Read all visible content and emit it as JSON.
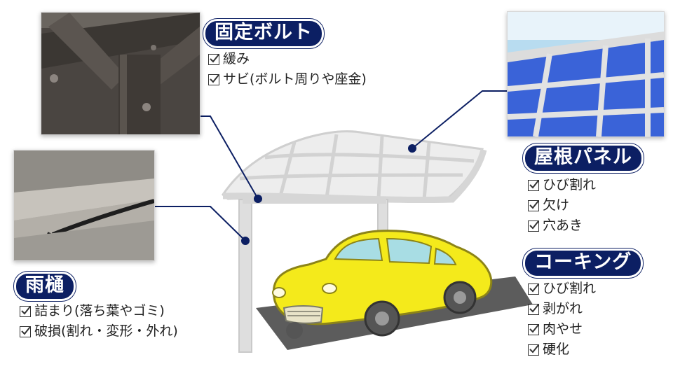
{
  "callouts": {
    "bolt": {
      "title": "固定ボルト",
      "items": [
        "緩み",
        "サビ(ボルト周りや座金)"
      ]
    },
    "panel": {
      "title": "屋根パネル",
      "items": [
        "ひび割れ",
        "欠け",
        "穴あき"
      ]
    },
    "caulking": {
      "title": "コーキング",
      "items": [
        "ひび割れ",
        "剥がれ",
        "肉やせ",
        "硬化"
      ]
    },
    "gutter": {
      "title": "雨樋",
      "items": [
        "詰まり(落ち葉やゴミ)",
        "破損(割れ・変形・外れ)"
      ]
    }
  },
  "icons": {
    "checkbox": "checked-box-icon",
    "car": "yellow-car-illustration",
    "carport": "carport-illustration"
  },
  "colors": {
    "badge_bg": "#0c1f63",
    "car_body": "#f5ec1c",
    "car_window": "#a8dde4",
    "carport_frame": "#dcdcdc",
    "roof_panel": "#efefef",
    "connector": "#0c1f63"
  }
}
